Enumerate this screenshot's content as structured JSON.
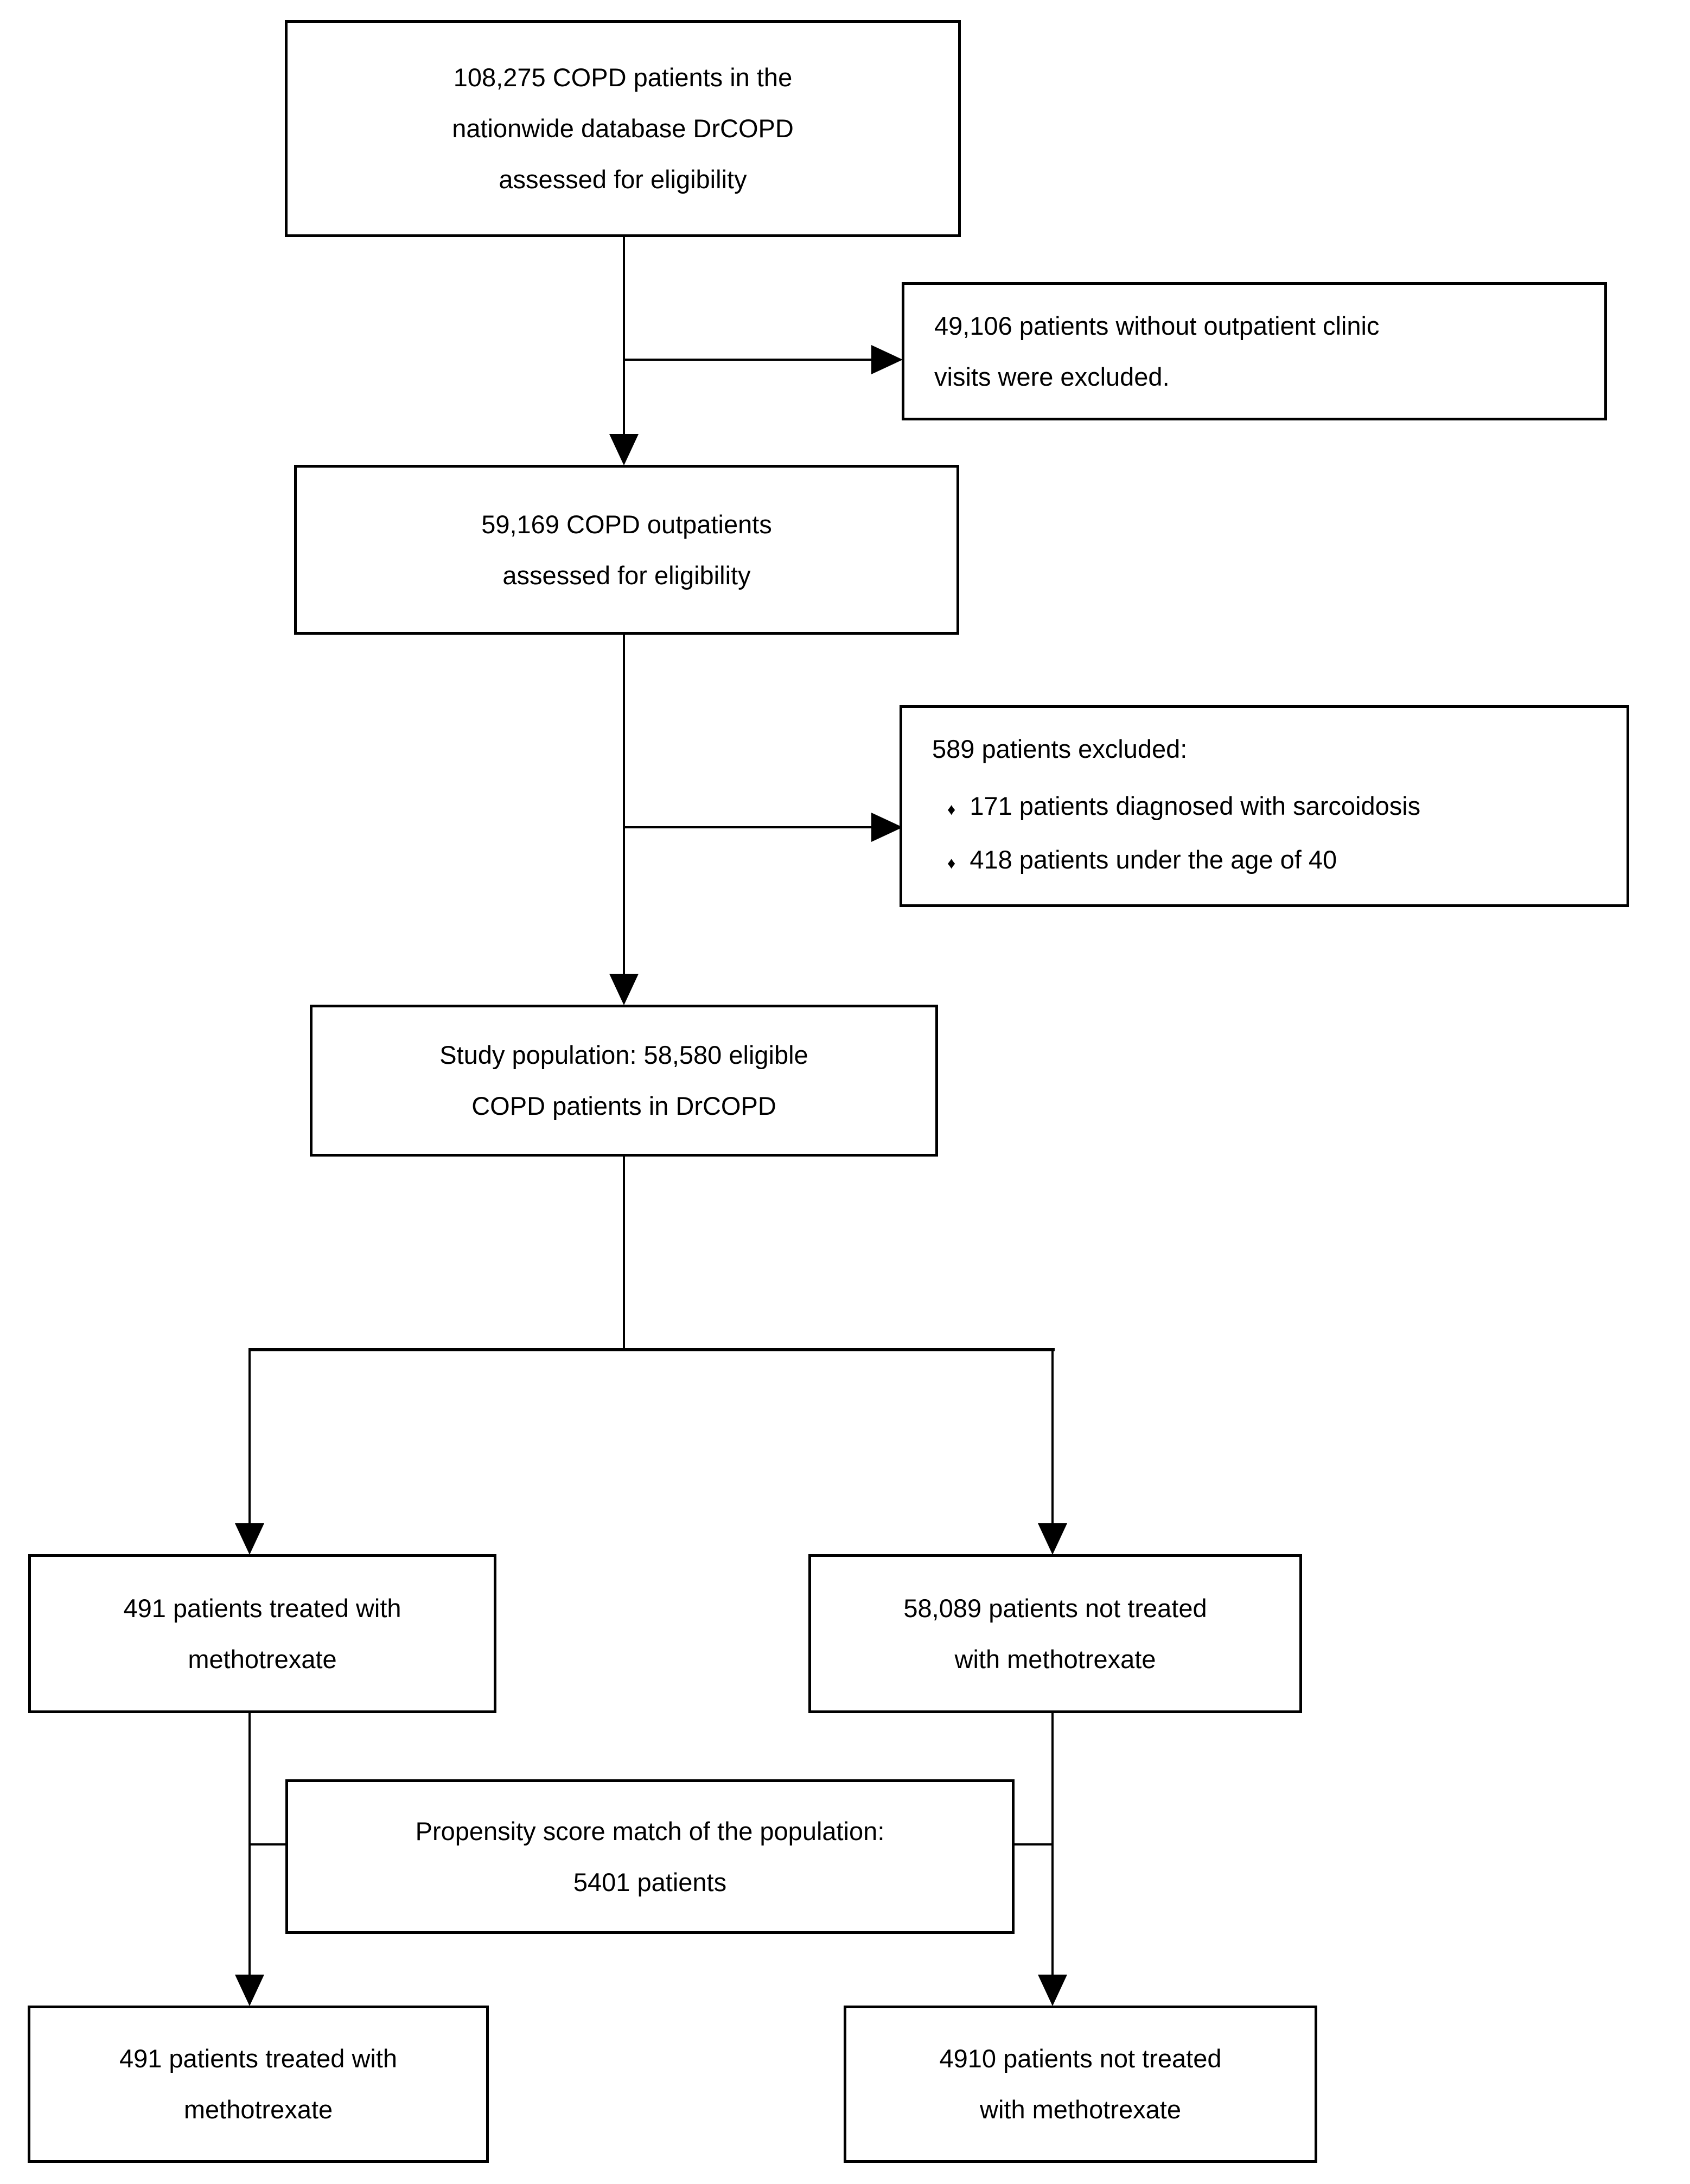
{
  "colors": {
    "background": "#ffffff",
    "box_border": "#000000",
    "connector": "#000000",
    "text": "#000000"
  },
  "flowchart": {
    "boxes": {
      "assessed": {
        "lines": [
          "108,275 COPD patients in the",
          "nationwide database DrCOPD",
          "assessed for eligibility"
        ]
      },
      "excluded_outpatient": {
        "lines": [
          "49,106 patients without outpatient clinic",
          "visits were excluded."
        ]
      },
      "outpatients": {
        "lines": [
          "59,169 COPD outpatients",
          "assessed for eligibility"
        ]
      },
      "excluded_589": {
        "title": "589 patients excluded:",
        "bullet_glyph": "♦",
        "bullets": [
          {
            "label": "171 patients diagnosed with sarcoidosis"
          },
          {
            "label": "418 patients under the age of 40"
          }
        ]
      },
      "study_population": {
        "lines": [
          "Study population: 58,580 eligible",
          "COPD patients in DrCOPD"
        ]
      },
      "mtx_before_match": {
        "lines": [
          "491 patients treated with",
          "methotrexate"
        ]
      },
      "no_mtx_before_match": {
        "lines": [
          "58,089 patients not treated",
          "with methotrexate"
        ]
      },
      "propensity_match": {
        "lines": [
          "Propensity score match of the population:",
          "5401 patients"
        ]
      },
      "mtx_after_match": {
        "lines": [
          "491 patients treated with",
          "methotrexate"
        ]
      },
      "no_mtx_after_match": {
        "lines": [
          "4910 patients not treated",
          "with methotrexate"
        ]
      }
    }
  }
}
